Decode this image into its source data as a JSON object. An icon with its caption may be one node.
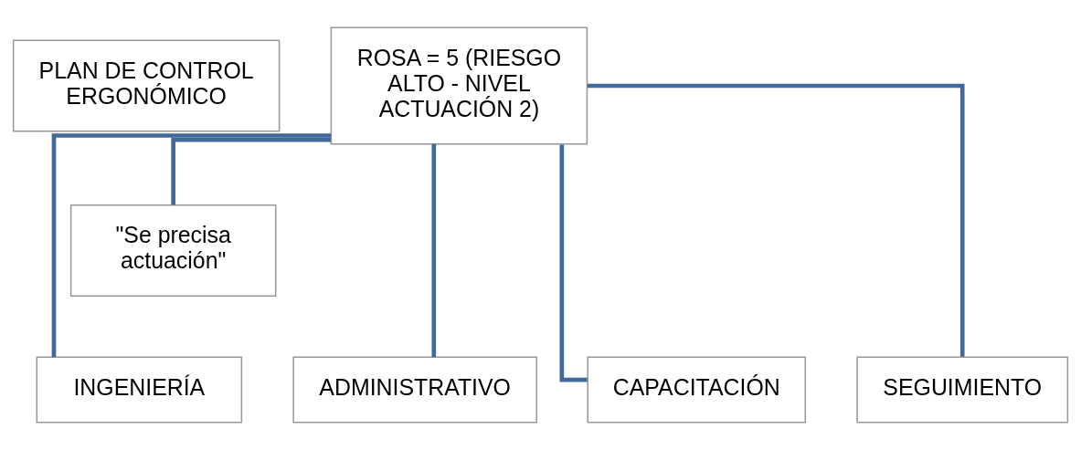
{
  "diagram": {
    "nodes": [
      {
        "text": [
          "PLAN DE CONTROL ERGONÓMICO"
        ]
      },
      {
        "text": [
          "ROSA = 5 (RIESGO ALTO - NIVEL ACTUACIÓN 2)"
        ]
      },
      {
        "text": [
          "\"Se precisa actuación\""
        ]
      },
      {
        "text": [
          "INGENIERÍA"
        ]
      },
      {
        "text": [
          "ADMINISTRATIVO"
        ]
      },
      {
        "text": [
          "CAPACITACIÓN"
        ]
      },
      {
        "text": [
          "SEGUIMIENTO"
        ]
      }
    ],
    "edges": [
      {
        "from": 1,
        "to": 2,
        "arrow": "none"
      },
      {
        "from": 1,
        "to": 3,
        "arrow": "none"
      },
      {
        "from": 1,
        "to": 4,
        "arrow": "none"
      },
      {
        "from": 1,
        "to": 5,
        "arrow": "none"
      },
      {
        "from": 1,
        "to": 6,
        "arrow": "none"
      }
    ]
  }
}
